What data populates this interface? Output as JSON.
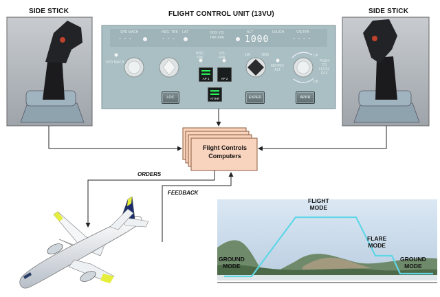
{
  "labels": {
    "side_stick_left": "SIDE STICK",
    "side_stick_right": "SIDE STICK",
    "fcu_title": "FLIGHT CONTROL UNIT (13VU)",
    "fc_computers_line1": "Flight Controls",
    "fc_computers_line2": "Computers",
    "orders": "ORDERS",
    "feedback": "FEEDBACK"
  },
  "fcu": {
    "spd_mach": "SPD MACH",
    "hdg": "HDG",
    "trk": "TRK",
    "lat": "LAT",
    "hdg_vs": "HDG V/S",
    "trk_fpa": "TRK FPA",
    "alt": "ALT",
    "lvl_ch": "LVL/CH",
    "vs_fpa": "V/S FPA",
    "alt_value": "1000",
    "dash_spd": "- - -",
    "dash_hdg": "- - -",
    "dash_vs": "- - - -",
    "spd_mach_btn": "SPD MACH",
    "hdg_trk_btn_1": "HDG",
    "hdg_trk_btn_2": "TRK",
    "vs_fpa_btn_1": "V/S",
    "vs_fpa_btn_2": "FPA",
    "loc": "LOC",
    "ap1": "AP 1",
    "ap2": "AP 2",
    "athr": "A/THR",
    "expedite": "EXPED",
    "appr": "APPR",
    "alt_100": "100",
    "alt_1000": "1000",
    "metric_alt_1": "METRIC",
    "metric_alt_2": "ALT",
    "up": "UP",
    "dn": "DN",
    "push_level_off_1": "PUSH",
    "push_level_off_2": "TO",
    "push_level_off_3": "LEVEL",
    "push_level_off_4": "OFF"
  },
  "modes": {
    "ground_left_1": "GROUND",
    "ground_left_2": "MODE",
    "flight_1": "FLIGHT",
    "flight_2": "MODE",
    "flare_1": "FLARE",
    "flare_2": "MODE",
    "ground_right_1": "GROUND",
    "ground_right_2": "MODE"
  },
  "colors": {
    "fcu_panel": "#a9bfc3",
    "flight_path": "#5fd6e6",
    "fc_box": "#f8d3bd",
    "sky": "#c9dcef",
    "arrow": "#222222"
  }
}
